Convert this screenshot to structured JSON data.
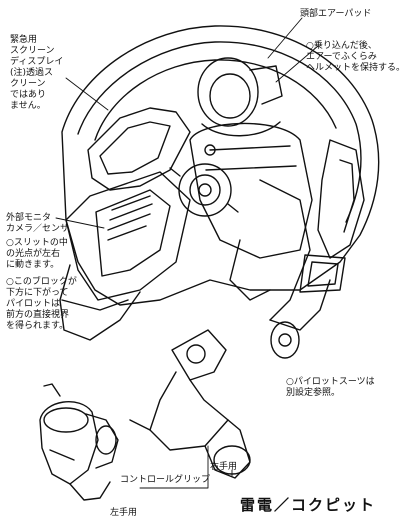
{
  "sheet": {
    "title": "雷電／コクピット"
  },
  "annotations": {
    "head_airbag": "頭部エアーパッド",
    "helmet_note": "○乗り込んだ後、\nエアーでふくらみ\nヘルメットを保持する。",
    "emergency_screen": "緊急用\nスクリーン\nディスプレイ\n(注)透過ス\nクリーン\nではあり\nません。",
    "external_monitor": "外部モニタ\nカメラ／センサ",
    "slit_note": "○スリットの中\nの光点が左右\nに動きます。",
    "block_note": "○このブロックが\n下方に下がって\nパイロットは\n前方の直接視界\nを得られます。",
    "pilot_suit": "○パイロットスーツは\n別設定参照。",
    "control_grip": "コントロールグリップ",
    "right_hand": "右手用",
    "left_hand": "左手用"
  },
  "colors": {
    "ink": "#111111",
    "paper": "#ffffff"
  }
}
